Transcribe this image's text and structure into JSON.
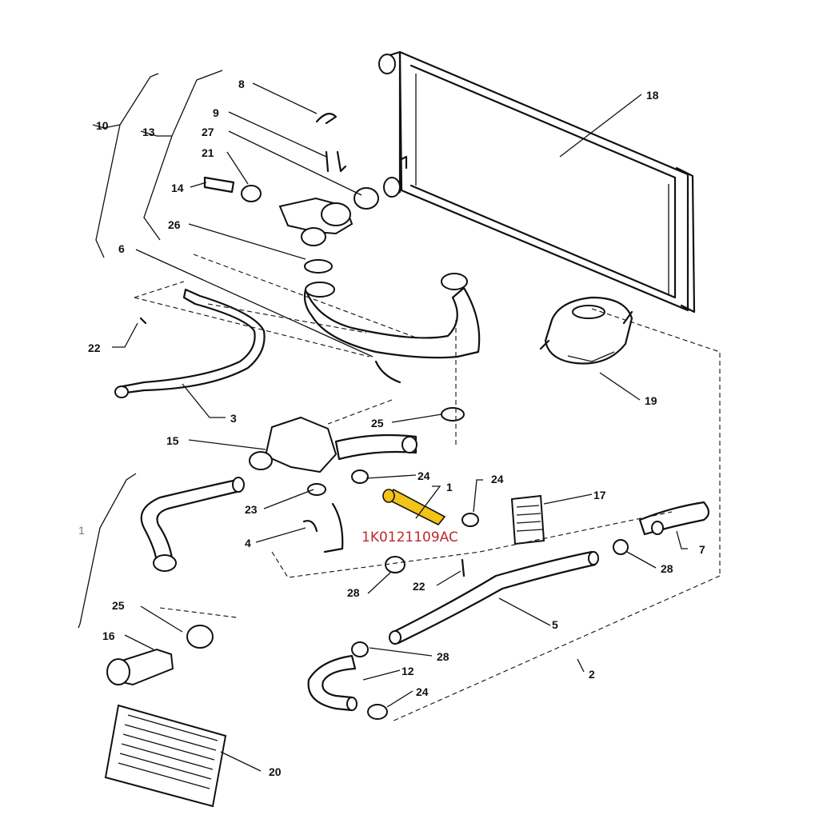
{
  "labels": {
    "p1": "1",
    "p2": "2",
    "p3": "3",
    "p4": "4",
    "p5": "5",
    "p6": "6",
    "p7": "7",
    "p8": "8",
    "p9": "9",
    "p10": "10",
    "p12": "12",
    "p13": "13",
    "p14": "14",
    "p15": "15",
    "p16": "16",
    "p17": "17",
    "p18": "18",
    "p19": "19",
    "p20": "20",
    "p21": "21",
    "p22a": "22",
    "p22b": "22",
    "p23": "23",
    "p24a": "24",
    "p24b": "24",
    "p24c": "24",
    "p25a": "25",
    "p25b": "25",
    "p26": "26",
    "p27": "27",
    "p28a": "28",
    "p28b": "28",
    "p28c": "28",
    "group1": "1"
  },
  "callout": {
    "part_number": "1K0121109AC"
  },
  "colors": {
    "highlight": "#f2c318",
    "callout_text": "#c0282d",
    "line": "#111111"
  }
}
